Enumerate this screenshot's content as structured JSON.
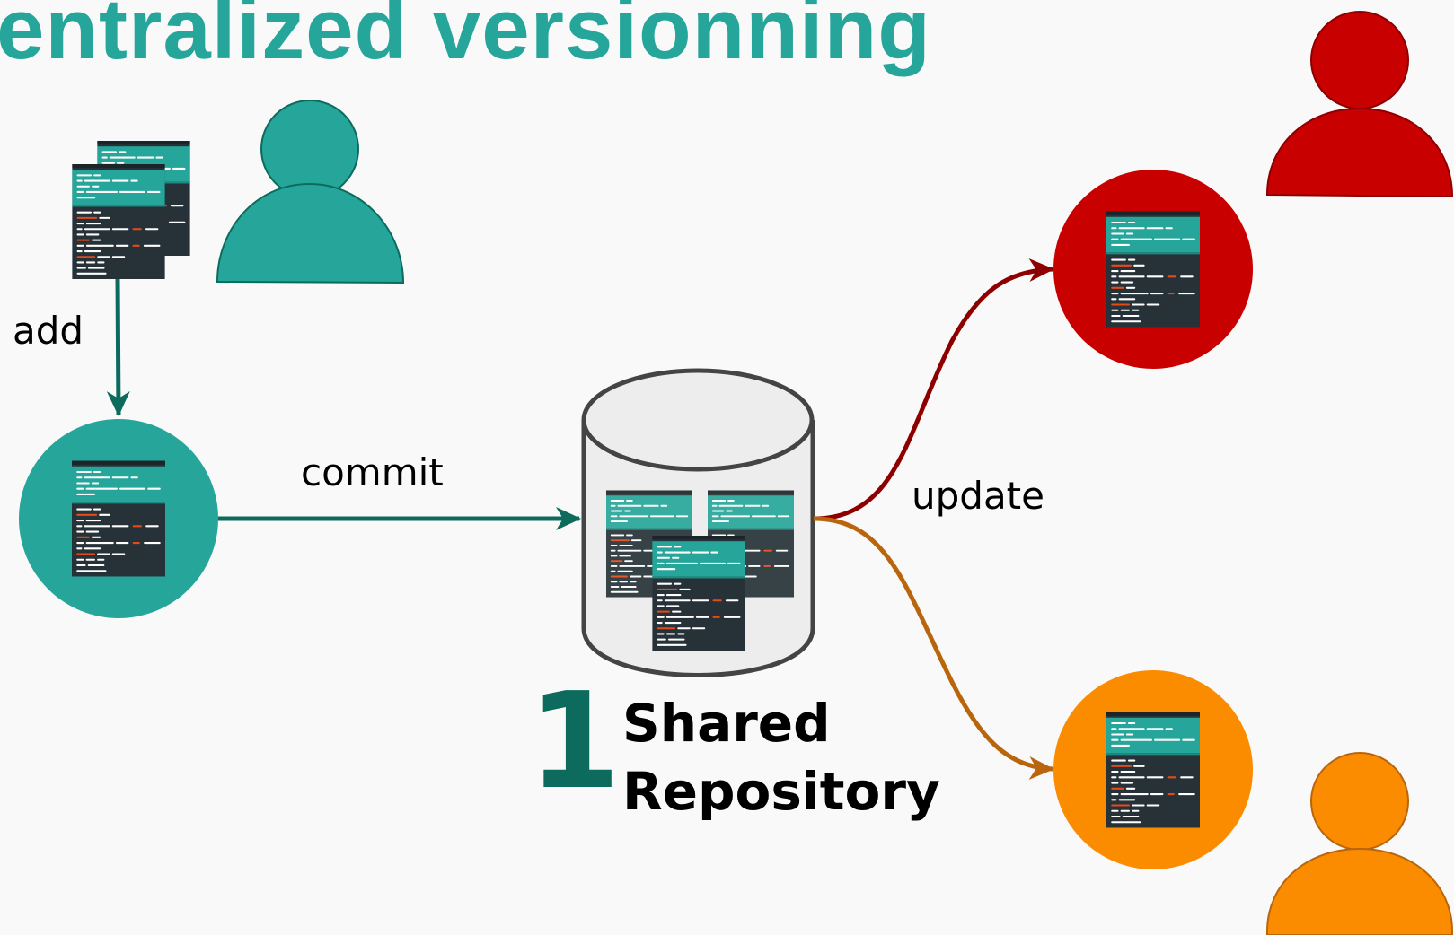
{
  "title": "entralized versionning",
  "labels": {
    "add": "add",
    "commit": "commit",
    "update": "update"
  },
  "repository": {
    "count": "1",
    "line1": "Shared",
    "line2": "Repository"
  },
  "colors": {
    "teal": "#26a69a",
    "dark_teal": "#0c6b5c",
    "red": "#c90000",
    "dark_red": "#8e0000",
    "orange": "#fb8c00",
    "brown_orange": "#b9650c",
    "code_bg": "#263238",
    "title": "#26a69a"
  },
  "icons": {
    "users": [
      "person-icon-teal",
      "person-icon-red",
      "person-icon-orange"
    ],
    "files": "code-file-icon",
    "repo": "database-icon"
  }
}
